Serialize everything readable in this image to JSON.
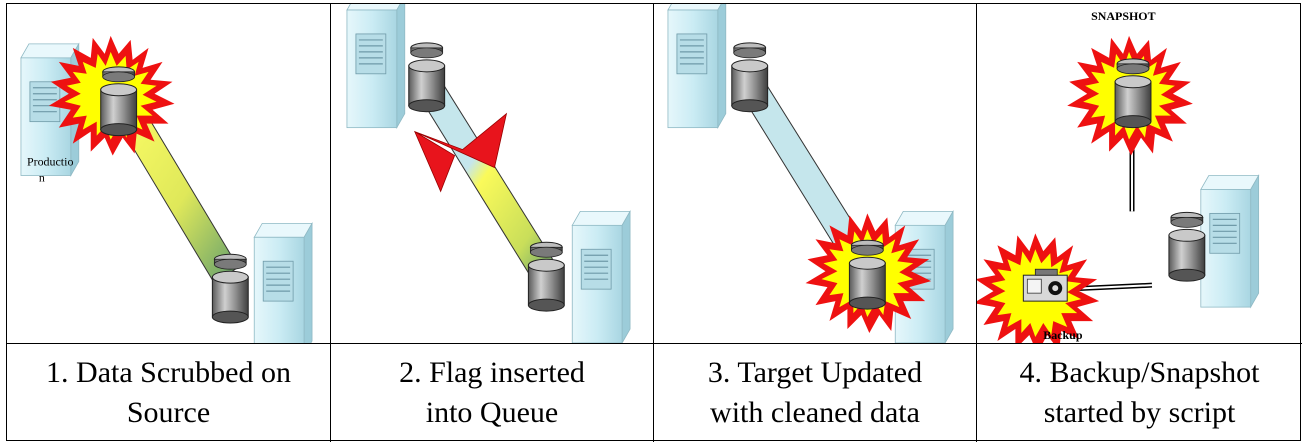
{
  "panels": [
    {
      "caption_line1": "1. Data Scrubbed on",
      "caption_line2": "Source",
      "labels": {
        "production_a": "Productio",
        "production_b": "n"
      }
    },
    {
      "caption_line1": "2. Flag inserted",
      "caption_line2": "into Queue"
    },
    {
      "caption_line1": "3. Target Updated",
      "caption_line2": "with cleaned data"
    },
    {
      "caption_line1": "4. Backup/Snapshot",
      "caption_line2": "started by script",
      "labels": {
        "snapshot": "SNAPSHOT",
        "backup": "Backup"
      }
    }
  ],
  "icons": [
    "server-tower-icon",
    "database-cylinder-icon",
    "explosion-burst-icon",
    "tape-backup-icon",
    "red-flag-bowtie-icon"
  ],
  "colors": {
    "server": "#cfeef6",
    "burst_red": "#ee1111",
    "burst_yellow": "#ffff00",
    "link_light": "#bfe3ea",
    "link_yellow": "#f2f25a",
    "link_green": "#6f9e6a",
    "flag": "#e8141c"
  }
}
